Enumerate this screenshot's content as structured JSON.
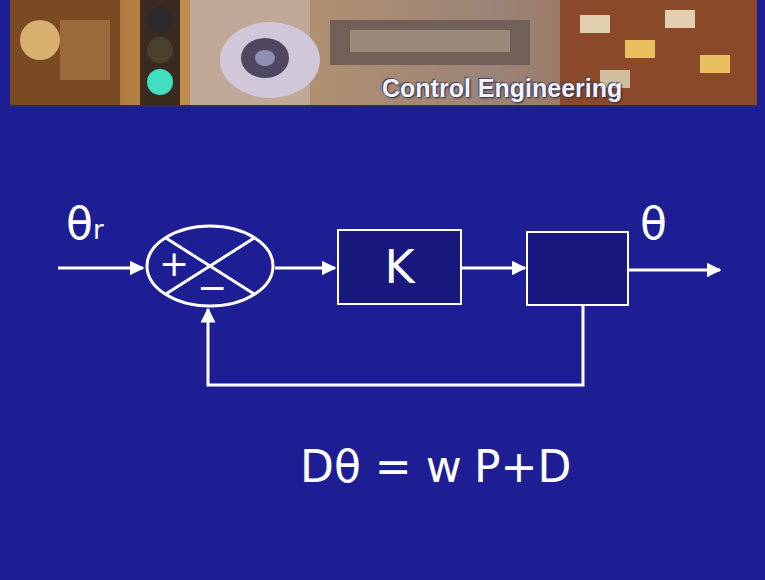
{
  "diagram": {
    "title": "Control Engineering",
    "nodes": [
      {
        "text": [
          "+",
          "−"
        ]
      },
      {
        "text": [
          "K"
        ]
      }
    ],
    "edges": [
      {
        "from": 0,
        "to": 1,
        "arrow": "to"
      }
    ],
    "labels": [
      "θr",
      "θ",
      "Dθ = w",
      "P+D"
    ]
  }
}
